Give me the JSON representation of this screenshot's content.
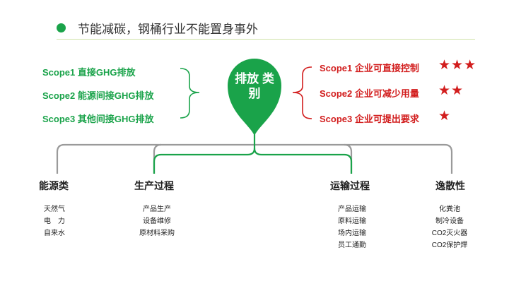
{
  "title": "节能减碳，钢桶行业不能置身事外",
  "center_label_line1": "排放 类",
  "center_label_line2": "别",
  "scopes_left": [
    {
      "label": "Scope1 直接GHG排放"
    },
    {
      "label": "Scope2 能源间接GHG排放"
    },
    {
      "label": "Scope3 其他间接GHG排放"
    }
  ],
  "scopes_right": [
    {
      "label": "Scope1  企业可直接控制",
      "stars": "★★★"
    },
    {
      "label": "Scope2  企业可减少用量",
      "stars": "★★"
    },
    {
      "label": "Scope3  企业可提出要求",
      "stars": "★"
    }
  ],
  "categories": [
    {
      "name": "能源类",
      "items": [
        "天然气",
        "电　力",
        "自来水"
      ]
    },
    {
      "name": "生产过程",
      "items": [
        "产品生产",
        "设备维修",
        "原材料采购"
      ]
    },
    {
      "name": "运输过程",
      "items": [
        "产品运输",
        "原料运输",
        "场内运输",
        "员工通勤"
      ]
    },
    {
      "name": "逸散性",
      "items": [
        "化粪池",
        "制冷设备",
        "CO2灭火器",
        "CO2保护焊"
      ]
    }
  ],
  "colors": {
    "green": "#1aa34a",
    "red": "#d21d1d",
    "gray_line": "#9a9a9a",
    "accent_line": "#cfe3a8"
  }
}
